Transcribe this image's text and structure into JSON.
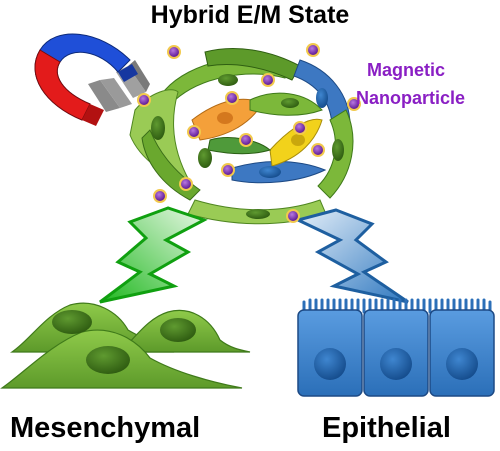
{
  "title": "Hybrid E/M State",
  "nanoparticle_label": {
    "line1": "Magnetic",
    "line2": "Nanoparticle"
  },
  "outputs": {
    "left": "Mesenchymal",
    "right": "Epithelial"
  },
  "colors": {
    "magnet_red": "#e31b1b",
    "magnet_blue": "#1f4fd8",
    "magnet_gray": "#b0b0b0",
    "cell_green": "#7cb83a",
    "cell_green_dark": "#3f7a1a",
    "cell_orange": "#f4a03a",
    "cell_yellow": "#f2d21b",
    "cell_blue": "#3d78c2",
    "nanoparticle": "#7a2aa8",
    "nanoparticle_rim": "#f2c94c",
    "arrow_green": "#2fbf2f",
    "arrow_blue": "#2f78c0",
    "label_purple": "#8a1fc4"
  },
  "icons": [
    "horseshoe-magnet-icon",
    "cell-cluster",
    "nanoparticle-dot",
    "mesenchymal-cells",
    "epithelial-cells",
    "zigzag-arrow"
  ]
}
